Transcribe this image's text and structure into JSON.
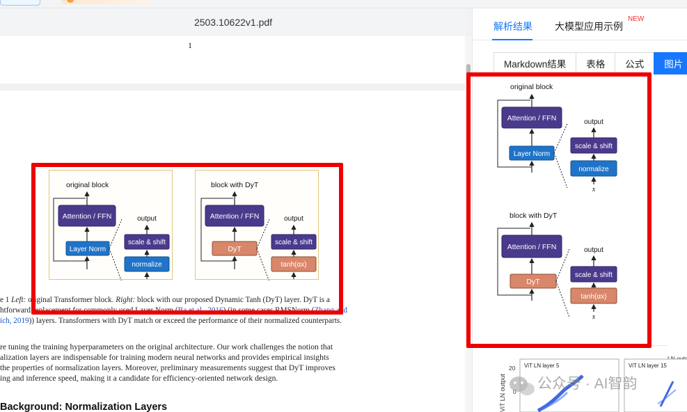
{
  "viewer": {
    "filename": "2503.10622v1.pdf",
    "page_number": "1"
  },
  "figure": {
    "left": {
      "title": "original block",
      "attn": "Attention / FFN",
      "norm": "Layer Norm",
      "output": "output",
      "scale": "scale & shift",
      "inner": "normalize",
      "x": "x"
    },
    "right": {
      "title": "block with DyT",
      "attn": "Attention / FFN",
      "norm": "DyT",
      "output": "output",
      "scale": "scale & shift",
      "inner": "tanh(αx)",
      "x": "x"
    }
  },
  "caption": {
    "line1_a": "e 1 ",
    "line1_b": "Left:",
    "line1_c": " original Transformer block. ",
    "line1_d": "Right:",
    "line1_e": " block with our proposed Dynamic Tanh (DyT) layer. DyT is a",
    "line2_a": "htforward replacement for commonly used Layer Norm (",
    "line2_link1": "Ba et al., 2016",
    "line2_b": ") (in some cases RMSNorm (",
    "line2_link2": "Zhang and",
    "line3_link": "ich, 2019",
    "line3_b": ")) layers. Transformers with DyT match or exceed the performance of their normalized counterparts."
  },
  "body": {
    "line1": "re tuning the training hyperparameters on the original architecture. Our work challenges the notion that",
    "line2": "alization layers are indispensable for training modern neural networks and provides empirical insights",
    "line3": "the properties of normalization layers. Moreover, preliminary measurements suggest that DyT improves",
    "line4": "ing and inference speed, making it a candidate for efficiency-oriented network design."
  },
  "heading": "Background: Normalization Layers",
  "panel": {
    "tabs": {
      "parse_result": "解析结果",
      "llm_examples": "大模型应用示例",
      "new_badge": "NEW"
    },
    "segments": [
      "Markdown结果",
      "表格",
      "公式",
      "图片"
    ],
    "active_segment_index": 3,
    "ln_preview": {
      "ylabel": "ViT LN output",
      "tick_top": "20",
      "tick_mid": "0",
      "panel1": "ViT LN layer 5",
      "panel2": "ViT LN layer 15",
      "cut_title": "LN outp"
    },
    "watermark": "公众号 · AI智韵"
  },
  "colors": {
    "accent": "#1677ff",
    "highlight": "#ee0000",
    "attn_fill": "#4b3a8c",
    "norm_fill": "#1f74c8",
    "dyt_fill": "#d9876a",
    "badge": "#e8322e"
  }
}
